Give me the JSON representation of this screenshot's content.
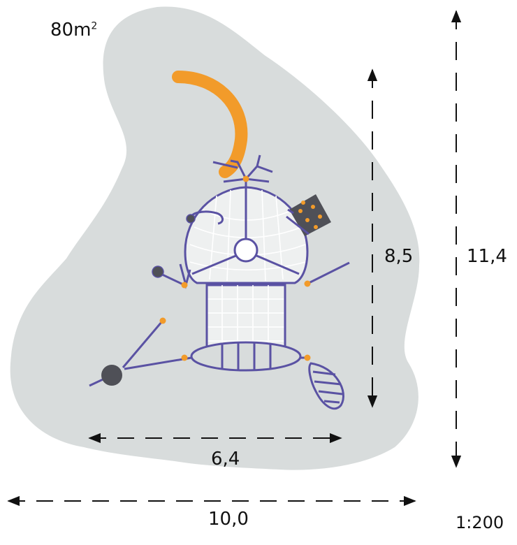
{
  "area": {
    "value": "80m",
    "superscript": "2"
  },
  "dimensions": {
    "height_inner": "8,5",
    "height_outer": "11,4",
    "width_inner": "6,4",
    "width_outer": "10,0"
  },
  "scale": "1:200",
  "colors": {
    "safety_zone": "#d8dcdc",
    "frame": "#5a52a3",
    "net": "#ffffff",
    "slide": "#f29b2a",
    "joint": "#f29b2a",
    "panel": "#4f5057",
    "dimension_line": "#111111"
  }
}
